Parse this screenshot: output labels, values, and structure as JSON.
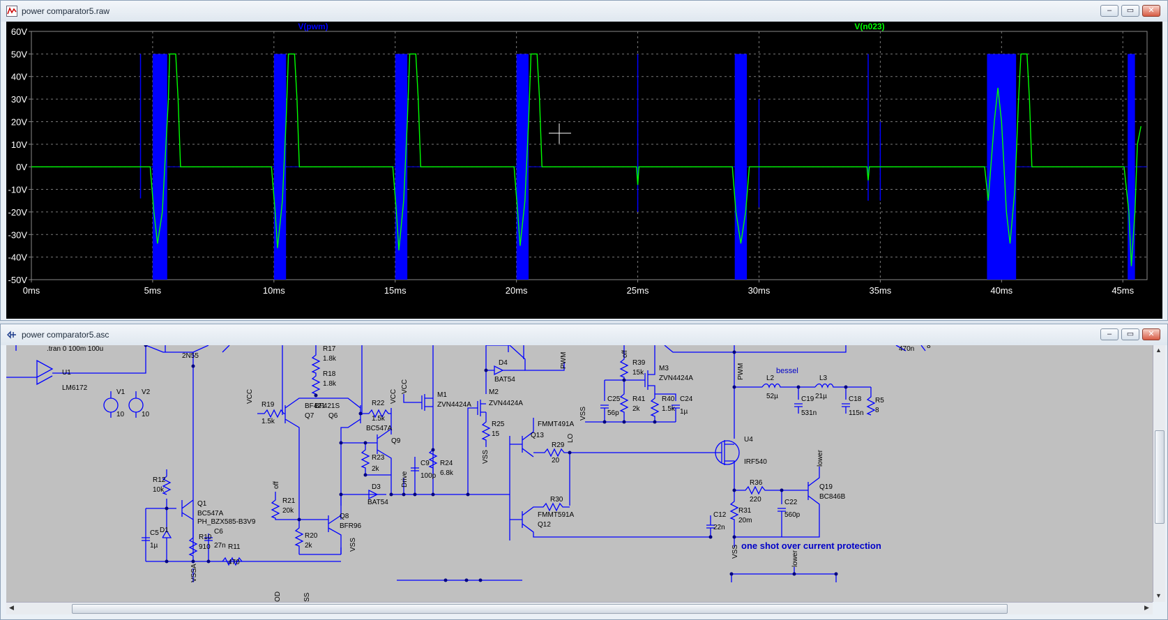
{
  "plot_window": {
    "title": "power comparator5.raw",
    "traces": [
      {
        "label": "V(pwm)",
        "color": "#0000ff"
      },
      {
        "label": "V(n023)",
        "color": "#00ff00"
      }
    ]
  },
  "schematic_window": {
    "title": "power comparator5.asc",
    "directive": ".tran 0 100m 100u",
    "note": "one shot over current protection",
    "filter_label": "bessel",
    "labels": {
      "U1": "U1",
      "LM6172": "LM6172",
      "V1": "V1",
      "V1v": "10",
      "V2": "V2",
      "V2v": "10",
      "n2N": "2N55",
      "R17": "R17",
      "R17v": "1.8k",
      "R18": "R18",
      "R18v": "1.8k",
      "VCC1": "VCC",
      "R19": "R19",
      "R19v": "1.5k",
      "BF421": "BF421",
      "BF421S": "BF421S",
      "Q7": "Q7",
      "Q6": "Q6",
      "R22": "R22",
      "R22v": "1.5k",
      "VCC2": "VCC",
      "BC547A": "BC547A",
      "Q9": "Q9",
      "R23": "R23",
      "R23v": "2k",
      "D3": "D3",
      "BAT54a": "BAT54",
      "Drive": "Drive",
      "off1": "off",
      "R21": "R21",
      "R21v": "20k",
      "Q8": "Q8",
      "BFR96": "BFR96",
      "R20": "R20",
      "R20v": "2k",
      "VSS1": "VSS",
      "R12": "R12",
      "R12v": "10k",
      "Q1": "Q1",
      "BC547A2": "BC547A",
      "PH": "PH_BZX585-B3V9",
      "C5": "C5",
      "C5v": "1µ",
      "D1": "D1",
      "R10": "R10",
      "R10v": "910",
      "C6": "C6",
      "C6v": "27n",
      "R11": "R11",
      "R11v": "470",
      "VSSA": "VSSA",
      "VCC3": "VCC",
      "M1": "M1",
      "ZVN1": "ZVN4424A",
      "C9": "C9",
      "C9v": "100p",
      "R24": "R24",
      "R24v": "6.8k",
      "D4": "D4",
      "BAT54b": "BAT54",
      "PWM1": "PWM",
      "M2": "M2",
      "ZVN2": "ZVN4424A",
      "R25": "R25",
      "R25v": "15",
      "VSS2": "VSS",
      "FMMT491A": "FMMT491A",
      "Q13": "Q13",
      "R29": "R29",
      "R29v": "20",
      "LO": "LO",
      "R30": "R30",
      "FMMT591A": "FMMT591A",
      "Q12": "Q12",
      "off2": "off",
      "R39": "R39",
      "R39v": "15k",
      "M3": "M3",
      "ZVN3": "ZVN4424A",
      "VSS3": "VSS",
      "C25": "C25",
      "C25v": "56p",
      "R41": "R41",
      "R41v": "2k",
      "R40": "R40",
      "R40v": "1.5k",
      "C24": "C24",
      "C24v": "1µ",
      "PWM2": "PWM",
      "L2": "L2",
      "L2v": "52µ",
      "C19": "C19",
      "C19v": "531n",
      "L3": "L3",
      "L3v": "21µ",
      "C18": "C18",
      "C18v": "115n",
      "R5": "R5",
      "R5v": "8",
      "n470": "470n",
      "n8": "8",
      "U4": "U4",
      "IRF540": "IRF540",
      "lower1": "lower",
      "R36": "R36",
      "R36v": "220",
      "Q19": "Q19",
      "BC846B": "BC846B",
      "C22": "C22",
      "C22v": "560p",
      "C12": "C12",
      "C12v": "22n",
      "R31": "R31",
      "R31v": "20m",
      "VSS4": "VSS",
      "lower2": "lower",
      "OD": "OD",
      "SS": "SS"
    }
  },
  "chart_data": {
    "type": "line",
    "title": "",
    "xlabel": "",
    "ylabel": "",
    "xlim": [
      0,
      46
    ],
    "ylim": [
      -50,
      60
    ],
    "x_unit": "ms",
    "y_unit": "V",
    "grid": true,
    "x_ticks": [
      "0ms",
      "5ms",
      "10ms",
      "15ms",
      "20ms",
      "25ms",
      "30ms",
      "35ms",
      "40ms",
      "45ms"
    ],
    "y_ticks": [
      "60V",
      "50V",
      "40V",
      "30V",
      "20V",
      "10V",
      "0V",
      "-10V",
      "-20V",
      "-30V",
      "-40V",
      "-50V"
    ],
    "series": [
      {
        "name": "V(pwm)",
        "color": "#0000ff",
        "note": "switching bursts between -50 V and 50 V",
        "bursts": [
          [
            5.0,
            5.6
          ],
          [
            10.0,
            10.5
          ],
          [
            15.0,
            15.5
          ],
          [
            20.0,
            20.5
          ],
          [
            29.0,
            29.5
          ],
          [
            39.4,
            40.6
          ],
          [
            45.2,
            45.5
          ]
        ],
        "spikes": [
          [
            4.5,
            -14,
            50
          ],
          [
            25.0,
            -20,
            50
          ],
          [
            30.0,
            -18,
            30
          ],
          [
            34.5,
            -15,
            50
          ],
          [
            35.0,
            -15,
            20
          ]
        ]
      },
      {
        "name": "V(n023)",
        "color": "#00ff00",
        "points": [
          [
            0,
            0
          ],
          [
            4.9,
            0
          ],
          [
            5.05,
            -20
          ],
          [
            5.2,
            -34
          ],
          [
            5.4,
            -20
          ],
          [
            5.55,
            10
          ],
          [
            5.65,
            30
          ],
          [
            5.7,
            50
          ],
          [
            5.95,
            50
          ],
          [
            6.05,
            30
          ],
          [
            6.15,
            0
          ],
          [
            9.9,
            0
          ],
          [
            10.05,
            -20
          ],
          [
            10.15,
            -36
          ],
          [
            10.35,
            -15
          ],
          [
            10.5,
            20
          ],
          [
            10.6,
            50
          ],
          [
            10.85,
            50
          ],
          [
            10.95,
            30
          ],
          [
            11.05,
            0
          ],
          [
            14.9,
            0
          ],
          [
            15.05,
            -20
          ],
          [
            15.15,
            -37
          ],
          [
            15.35,
            -15
          ],
          [
            15.5,
            20
          ],
          [
            15.6,
            50
          ],
          [
            15.85,
            50
          ],
          [
            15.95,
            30
          ],
          [
            16.05,
            0
          ],
          [
            19.9,
            0
          ],
          [
            20.05,
            -20
          ],
          [
            20.15,
            -35
          ],
          [
            20.35,
            -15
          ],
          [
            20.5,
            20
          ],
          [
            20.6,
            50
          ],
          [
            20.85,
            50
          ],
          [
            20.95,
            30
          ],
          [
            21.05,
            0
          ],
          [
            24.95,
            0
          ],
          [
            25.0,
            -8
          ],
          [
            25.05,
            0
          ],
          [
            28.9,
            0
          ],
          [
            29.05,
            -20
          ],
          [
            29.25,
            -34
          ],
          [
            29.45,
            -20
          ],
          [
            29.6,
            0
          ],
          [
            34.45,
            0
          ],
          [
            34.5,
            -6
          ],
          [
            34.55,
            0
          ],
          [
            39.3,
            0
          ],
          [
            39.45,
            -15
          ],
          [
            39.7,
            20
          ],
          [
            39.85,
            35
          ],
          [
            40.0,
            20
          ],
          [
            40.2,
            -20
          ],
          [
            40.35,
            -34
          ],
          [
            40.55,
            -10
          ],
          [
            40.7,
            30
          ],
          [
            40.8,
            50
          ],
          [
            41.05,
            50
          ],
          [
            41.15,
            30
          ],
          [
            41.25,
            0
          ],
          [
            45.05,
            0
          ],
          [
            45.25,
            -20
          ],
          [
            45.35,
            -44
          ],
          [
            45.5,
            -20
          ],
          [
            45.6,
            10
          ],
          [
            45.75,
            18
          ]
        ]
      }
    ]
  }
}
